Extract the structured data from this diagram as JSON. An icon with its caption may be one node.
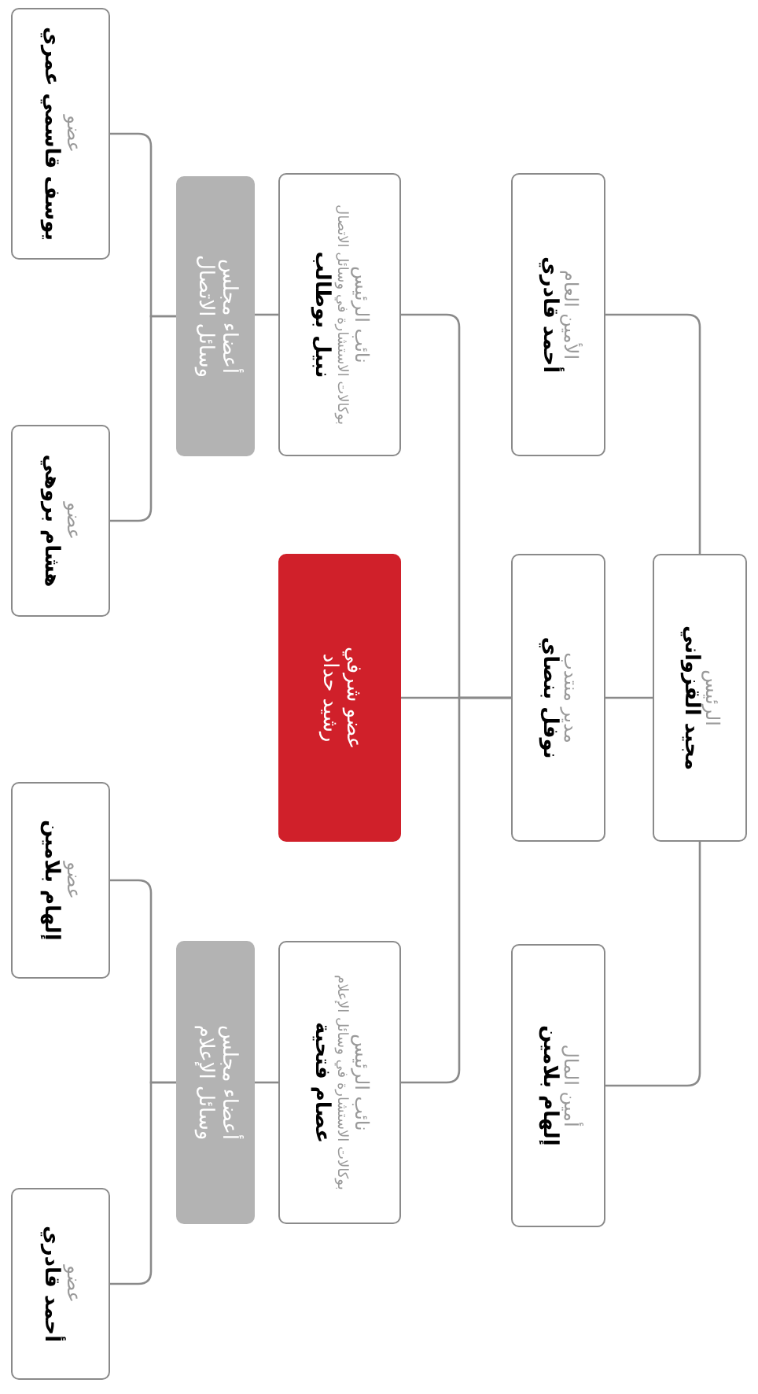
{
  "diagram": {
    "nodes": [
      {
        "text": [
          "الرئيس",
          "مجيد القزواني"
        ]
      },
      {
        "text": [
          "الأمين العام",
          "أحمد قادري"
        ]
      },
      {
        "text": [
          "مدير منتدب",
          "نوفل بنصاي"
        ]
      },
      {
        "text": [
          "أمين المال",
          "إلهام بلامين"
        ]
      },
      {
        "text": [
          "نائب الرئيس",
          "بوكالات الاستشارة في وسائل الاتصال",
          "نبيل بوطالب"
        ]
      },
      {
        "text": [
          "عضو شرفي",
          "رشيد حداد"
        ]
      },
      {
        "text": [
          "نائب الرئيس",
          "بوكالات الاستشارة في وسائل الإعلام",
          "عصام فتحية"
        ]
      },
      {
        "text": [
          "أعضاء مجلس وسائل الاتصال"
        ]
      },
      {
        "text": [
          "أعضاء مجلس وسائل الإعلام"
        ]
      },
      {
        "text": [
          "عضو",
          "يوسف قاسمي عمري"
        ]
      },
      {
        "text": [
          "عضو",
          "هشام بروهي"
        ]
      },
      {
        "text": [
          "عضو",
          "إلهام بلامين"
        ]
      },
      {
        "text": [
          "عضو",
          "أحمد قادري"
        ]
      }
    ],
    "edges": [
      {
        "from": 0,
        "to": 1,
        "arrow": "none"
      },
      {
        "from": 0,
        "to": 2,
        "arrow": "none"
      },
      {
        "from": 0,
        "to": 3,
        "arrow": "none"
      },
      {
        "from": 2,
        "to": 4,
        "arrow": "none"
      },
      {
        "from": 2,
        "to": 5,
        "arrow": "none"
      },
      {
        "from": 2,
        "to": 6,
        "arrow": "none"
      },
      {
        "from": 4,
        "to": 7,
        "arrow": "none"
      },
      {
        "from": 6,
        "to": 8,
        "arrow": "none"
      },
      {
        "from": 7,
        "to": 9,
        "arrow": "none"
      },
      {
        "from": 7,
        "to": 10,
        "arrow": "none"
      },
      {
        "from": 8,
        "to": 11,
        "arrow": "none"
      },
      {
        "from": 8,
        "to": 12,
        "arrow": "none"
      }
    ]
  }
}
